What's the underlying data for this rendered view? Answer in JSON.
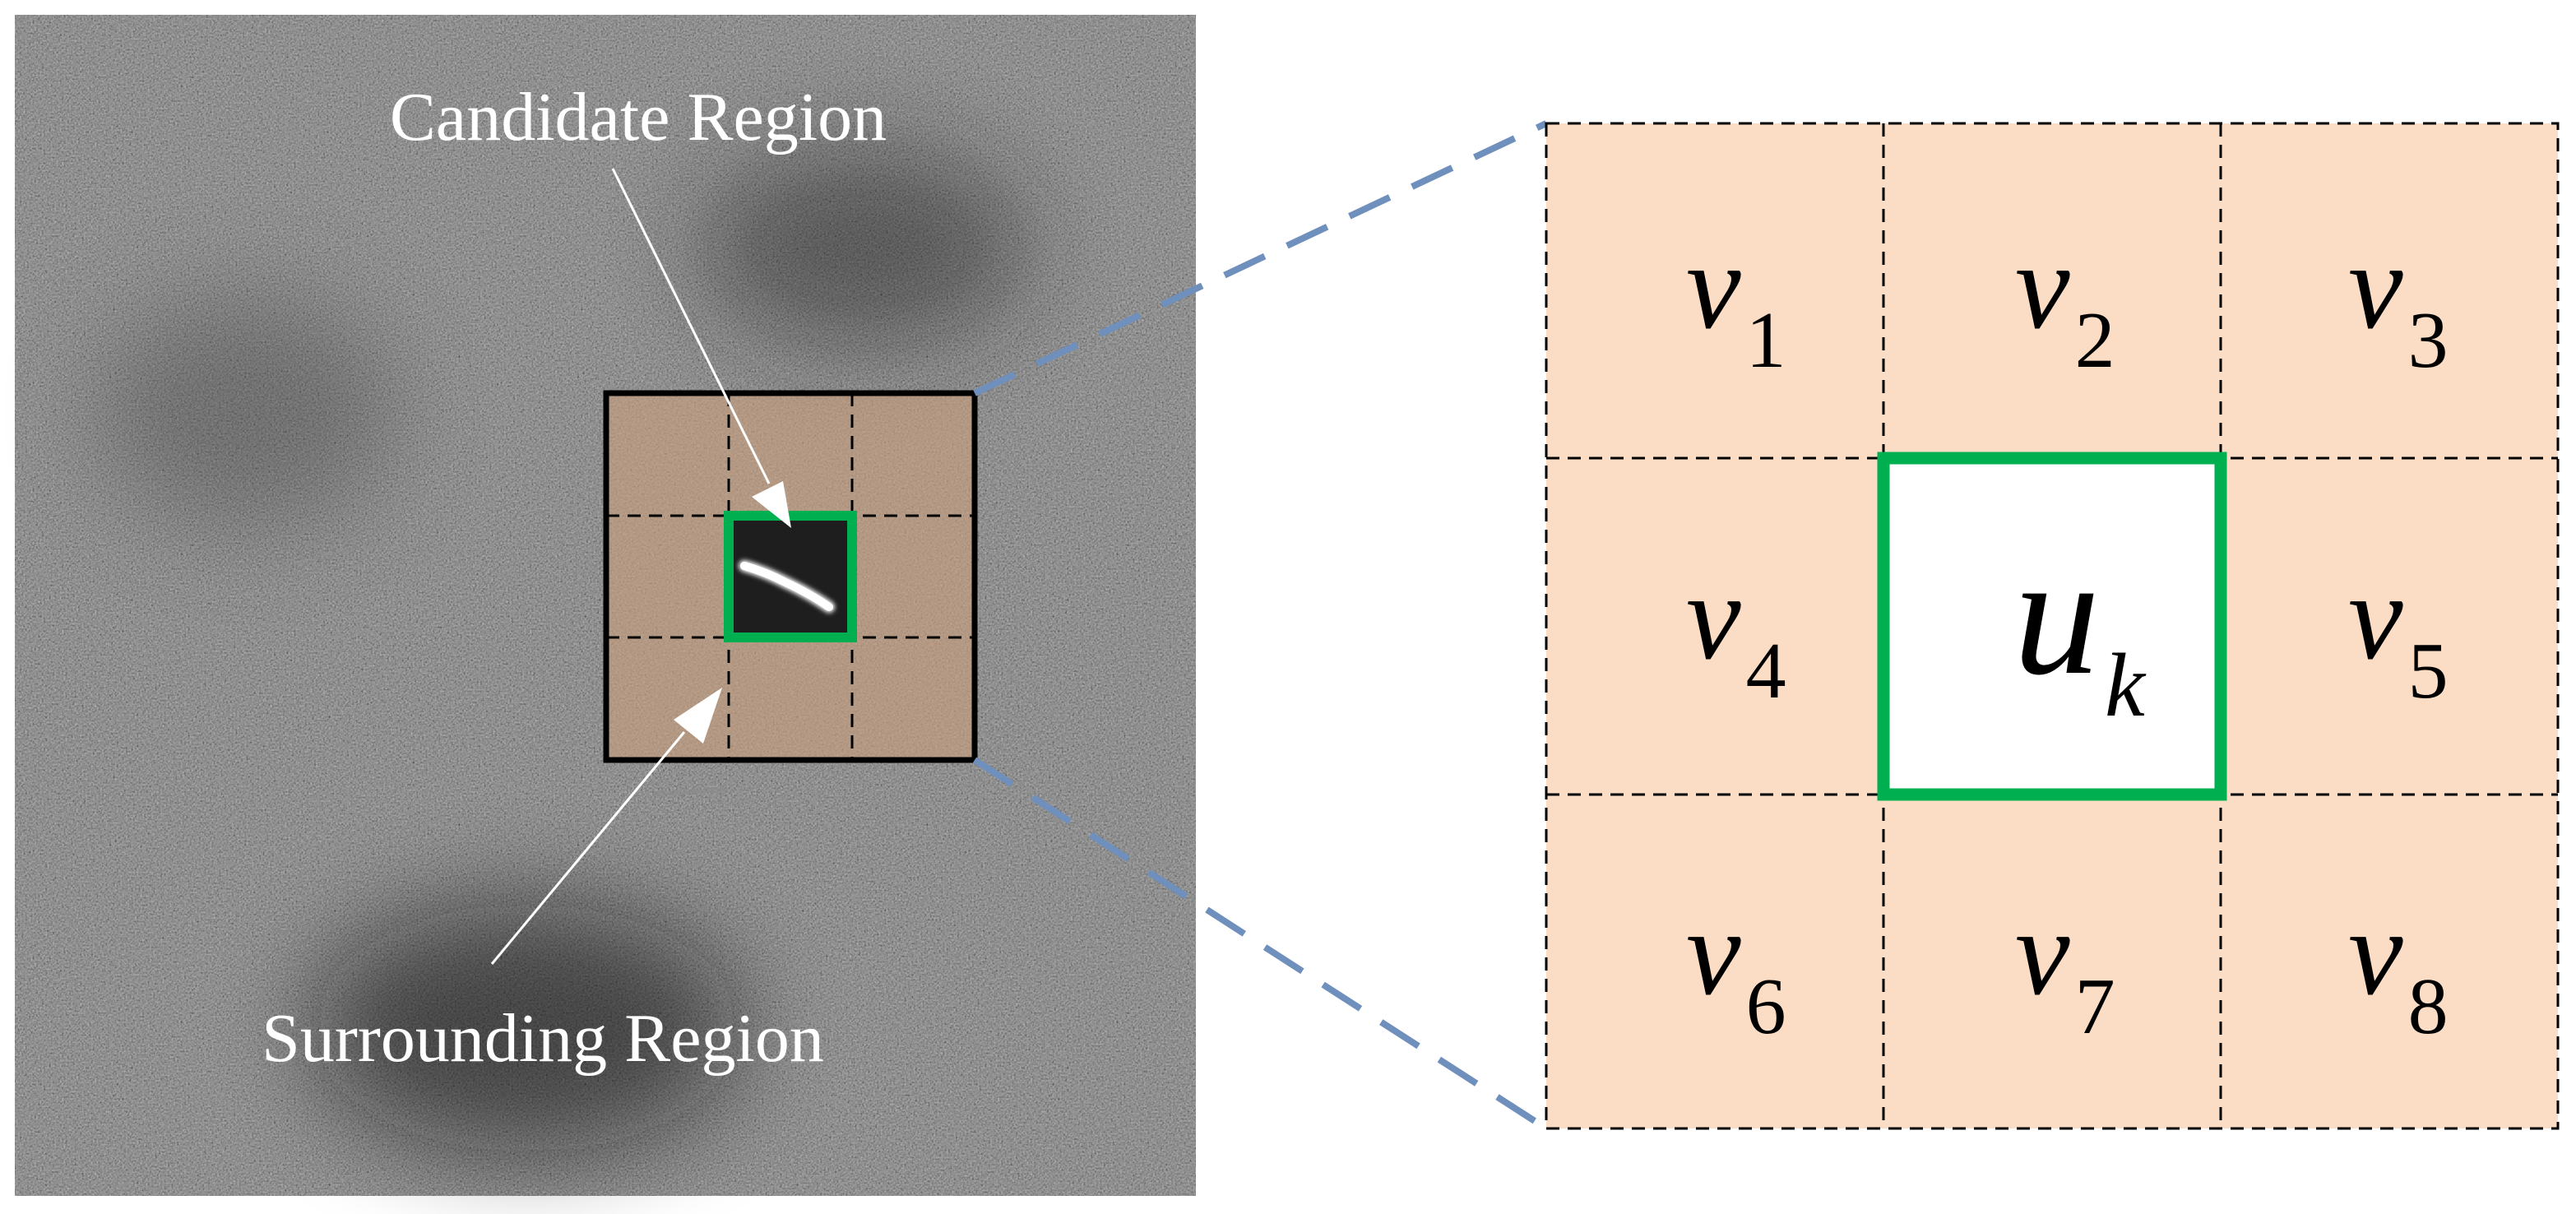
{
  "labels": {
    "candidate": "Candidate Region",
    "surrounding": "Surrounding Region"
  },
  "grid": {
    "cells": [
      {
        "var": "v",
        "sub": "1"
      },
      {
        "var": "v",
        "sub": "2"
      },
      {
        "var": "v",
        "sub": "3"
      },
      {
        "var": "v",
        "sub": "4"
      },
      {
        "var": "v",
        "sub": "5"
      },
      {
        "var": "v",
        "sub": "6"
      },
      {
        "var": "v",
        "sub": "7"
      },
      {
        "var": "v",
        "sub": "8"
      }
    ],
    "center": {
      "var": "u",
      "sub": "k"
    }
  },
  "colors": {
    "candidate_box": "#00b050",
    "cell_fill": "#fbdcc5",
    "zoom_lines": "#6f8fbd",
    "sar_background": "#2d2d2d"
  },
  "icons": {
    "candidate_arrow": "arrow",
    "surrounding_arrow": "arrow"
  }
}
